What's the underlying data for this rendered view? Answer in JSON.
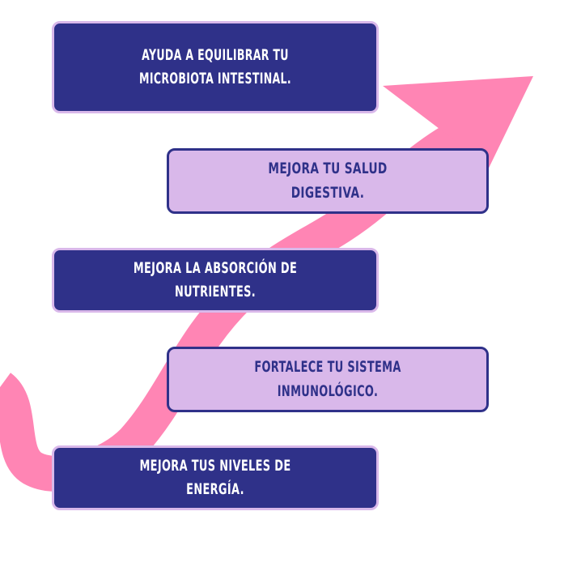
{
  "colors": {
    "navy": "#2f3189",
    "lavender": "#d9b8ea",
    "arrow_pink": "#ff85b4"
  },
  "steps": [
    {
      "text": "AYUDA A EQUILIBRAR TU MICROBIOTA INTESTINAL.",
      "style": "dark"
    },
    {
      "text": "MEJORA TU SALUD DIGESTIVA.",
      "style": "light"
    },
    {
      "text": "MEJORA LA ABSORCIÓN DE NUTRIENTES.",
      "style": "dark"
    },
    {
      "text": "FORTALECE TU SISTEMA INMUNOLÓGICO.",
      "style": "light"
    },
    {
      "text": "MEJORA TUS NIVELES DE ENERGÍA.",
      "style": "dark"
    }
  ]
}
